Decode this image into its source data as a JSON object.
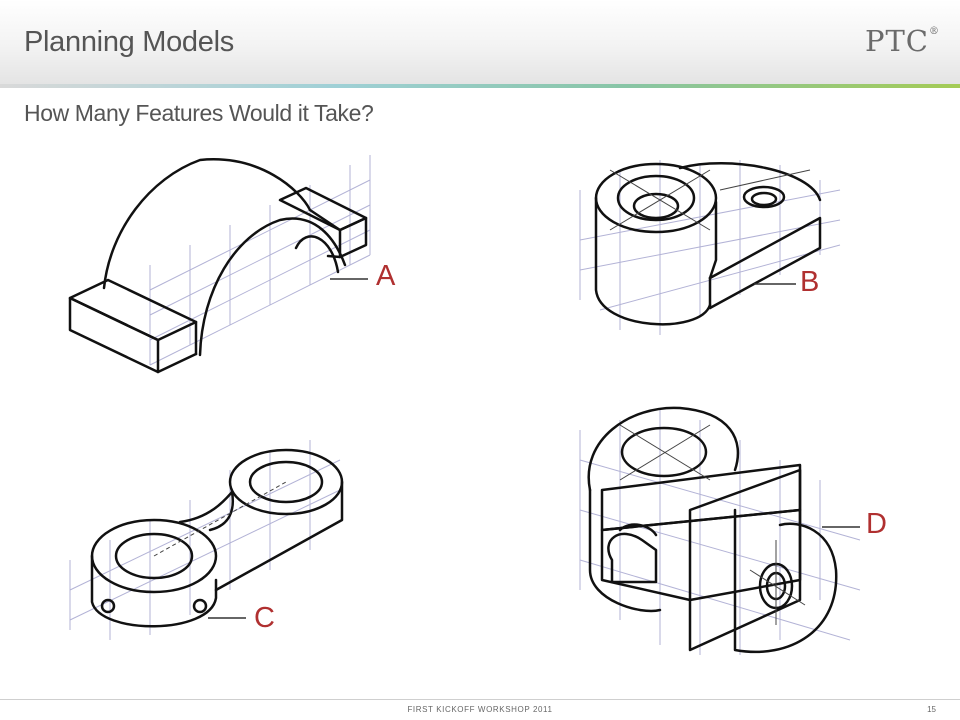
{
  "header": {
    "title": "Planning Models",
    "logo": "PTC",
    "logo_mark": "®"
  },
  "subtitle": "How Many Features Would it Take?",
  "figures": [
    {
      "label": "A",
      "icon": "bridge-block-drawing-icon"
    },
    {
      "label": "B",
      "icon": "boss-flange-drawing-icon"
    },
    {
      "label": "C",
      "icon": "link-arm-drawing-icon"
    },
    {
      "label": "D",
      "icon": "clevis-bracket-drawing-icon"
    }
  ],
  "footer": {
    "text": "FIRST KICKOFF WORKSHOP 2011",
    "page": "15"
  },
  "colors": {
    "label": "#b03030",
    "grid": "#b3b3d6",
    "title": "#555555"
  }
}
